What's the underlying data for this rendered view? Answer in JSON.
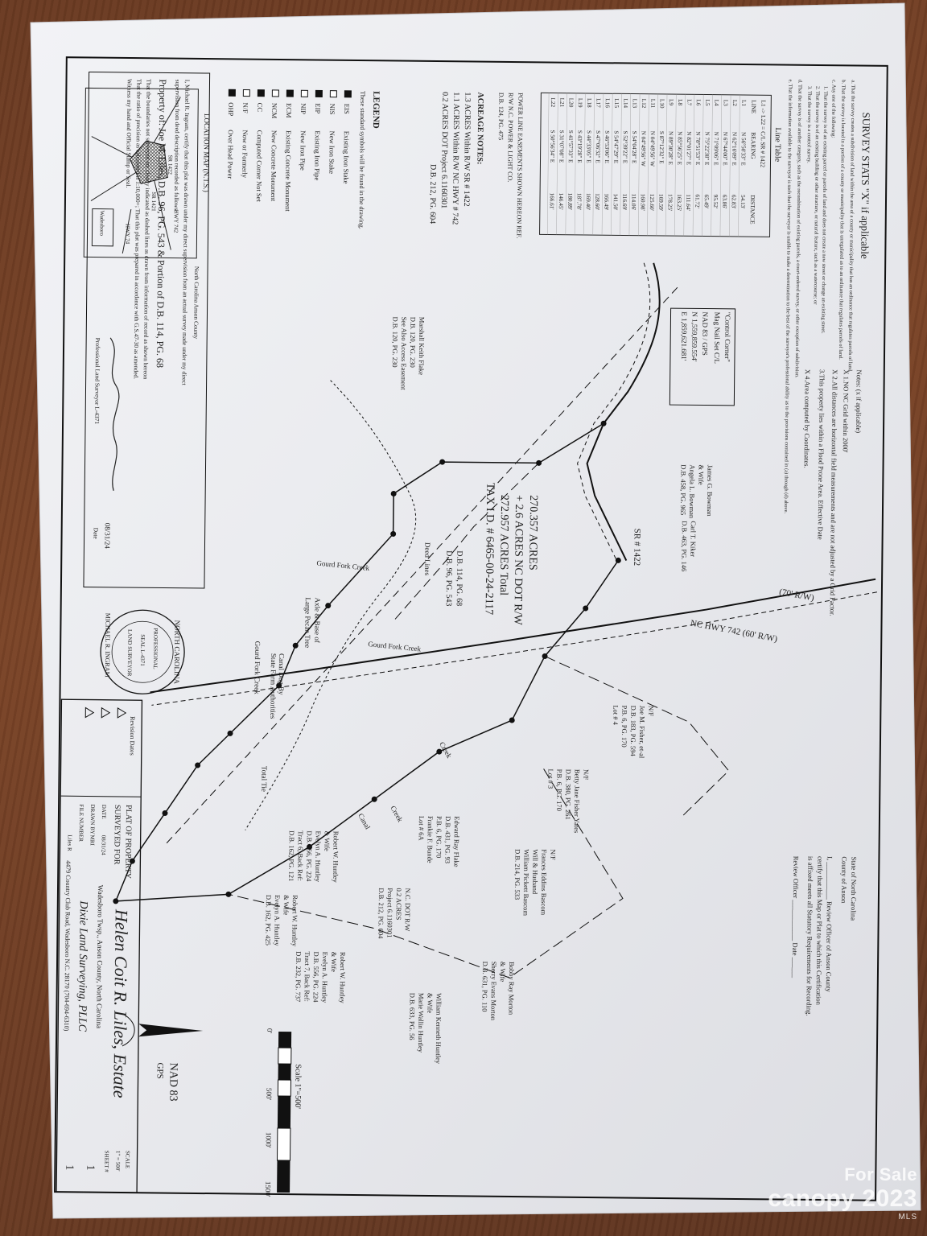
{
  "survey_stats": {
    "heading": "SURVEY STATS \"X\" if applicable",
    "items": [
      "a. That the survey creates a subdivision of land within the area of a county or municipality that has an ordinance that regulates parcels of land.",
      "b. That the survey is located in a portion of a county or municipality that is unregulated as to an ordinance that regulates parcels of land.",
      "c. Any one of the following:",
      "1. That the survey is of an existing parcel or parcels of land and does not create a new street or change an existing street.",
      "2. That the survey is of an existing building or other structure, or natural feature, such as a watercourse; or",
      "3. That the survey is a control survey.",
      "d. That the survey is of another category, such as the recombination of existing parcels, a court-ordered survey, or other exception of subdivision.",
      "e. That the information available to the surveyor is such that the surveyor is unable to make a determination to the best of the surveyor's professional ability as to the provisions contained in (a) through (d) above."
    ]
  },
  "notes": {
    "heading": "Notes: (x if applicable)",
    "items": [
      "X  1.NO NC Grid within 2000'",
      "X  2.All distances are horizontal field measurements and are not adjusted by a Grid Factor.",
      "3.This property lies within a Flood Prone Area. Effective Date",
      "X  4.Area computed by Coordinates."
    ]
  },
  "line_table": {
    "title": "Line Table",
    "header_note": "L1 -> L22 = C/L SR # 1422",
    "columns": [
      "LINE",
      "BEARING",
      "DISTANCE"
    ],
    "rows": [
      [
        "L1",
        "N 56°50'33\" E",
        "54.13'"
      ],
      [
        "L2",
        "N 62°16'09\" E",
        "62.83'"
      ],
      [
        "L3",
        "N 67°44'00\" E",
        "63.86'"
      ],
      [
        "L4",
        "N 71°09'06\" E",
        "95.52'"
      ],
      [
        "L5",
        "N 75°22'38\" E",
        "65.49'"
      ],
      [
        "L6",
        "N 78°51'53\" E",
        "61.72'"
      ],
      [
        "L7",
        "N 82°01'27\" E",
        "111.64'"
      ],
      [
        "L8",
        "N 85°56'25\" E",
        "163.25'"
      ],
      [
        "L9",
        "N 89°30'28\" E",
        "178.25'"
      ],
      [
        "L10",
        "S 87°12'32\" E",
        "169.59'"
      ],
      [
        "L11",
        "N 04°49'56\" W",
        "125.60'"
      ],
      [
        "L12",
        "N 04°49'56\" W",
        "160.98'"
      ],
      [
        "L13",
        "S 54°04'28\" E",
        "114.06'"
      ],
      [
        "L14",
        "S 52°39'22\" E",
        "116.69'"
      ],
      [
        "L15",
        "S 54°47'29\" E",
        "141.50'"
      ],
      [
        "L16",
        "S 46°53'06\" E",
        "166.49'"
      ],
      [
        "L17",
        "S 47°06'32\" E",
        "128.60'"
      ],
      [
        "L18",
        "S 44°33'05\" E",
        "169.40'"
      ],
      [
        "L19",
        "S 43°19'28\" E",
        "187.78'"
      ],
      [
        "L20",
        "S 41°57'33\" E",
        "180.89'"
      ],
      [
        "L21",
        "S 31°07'08\" E",
        "146.45'"
      ],
      [
        "L22",
        "S 50°56'34\" E",
        "166.61'"
      ]
    ]
  },
  "easement_note": [
    "POWER LINE EASEMENTS SHOWN HEREON REF.",
    "R/W N.C. POWER & LIGHT CO.",
    "D.B. 124, PG. 475"
  ],
  "acreage_notes": {
    "heading": "ACREAGE NOTES:",
    "items": [
      "1.3 ACRES Within R/W SR # 1422",
      "1.1 ACRES Within R/W NC HWY # 742",
      "0.2 ACRES DOT Project 6.1160301",
      "D.B. 212, PG. 604"
    ]
  },
  "legend": {
    "heading": "LEGEND",
    "intro": "These standard symbols will be found in the drawing.",
    "items": [
      {
        "code": "EIS",
        "label": "Existing Iron Stake"
      },
      {
        "code": "NIS",
        "label": "New Iron Stake"
      },
      {
        "code": "EIP",
        "label": "Existing Iron Pipe"
      },
      {
        "code": "NIP",
        "label": "New Iron Pipe"
      },
      {
        "code": "ECM",
        "label": "Existing Concrete Monument"
      },
      {
        "code": "NCM",
        "label": "New Concrete Monument"
      },
      {
        "code": "CC",
        "label": "Computed Corner Not Set"
      },
      {
        "code": "N/F",
        "label": "Now or Formerly"
      },
      {
        "code": "OHP",
        "label": "Over Head Power"
      }
    ]
  },
  "location_map": {
    "title": "LOCATION MAP (N.T.S.)",
    "labels": [
      "SR 1422",
      "HWY 742",
      "SR 1421",
      "HWY 74",
      "Wadesboro"
    ]
  },
  "map_labels": {
    "highway": "NC HWY 742 (60' R/W)",
    "highway_stamp": "(70' R/W)",
    "sr_label": "SR # 1422",
    "total_acreage": [
      "270.357 ACRES",
      "+ 2.6 ACRES NC DOT R/W",
      "272.957 ACRES Total",
      "TAX I.D. # 6465-00-24-2117"
    ],
    "deed_ref": "D.B. 114, PG. 68",
    "deed_ref2": "D.B. 96, PG. 543",
    "control_corner": [
      "\"Control Corner\"",
      "Mag Nail Set C/L",
      "NAD 83 / GPS",
      "N 1,559,859.554'",
      "E 1,859,621.681'"
    ],
    "gouges": [
      "Gourd Fork Creek",
      "Gourd Fork Creek",
      "Creek",
      "Creek",
      "Canal"
    ],
    "owners": [
      [
        "N/F",
        "Joe M. Fisher, et-al",
        "D.B. 183, PG. 594",
        "P.B. 6, PG. 170",
        "Lot # 4"
      ],
      [
        "N/F",
        "Betty Jane Fisher Yates",
        "D.B. 380, PG. 261",
        "P.B. 6, PG. 170",
        "Lot # 3"
      ],
      [
        "Carl T. Kiker",
        "D.B. 463, PG. 146"
      ],
      [
        "James G. Bowman",
        "& Wife",
        "Angela L. Bowman",
        "D.B. 458, PG. 965"
      ],
      [
        "Marshall Keith Flake",
        "D.B. 120, PG. 230",
        "See Also Access Easement",
        "D.B. 120, PG. 230"
      ],
      [
        "N/F",
        "Frances Eddins Bascom",
        "Will & Husband",
        "William Pickett Bascom",
        "D.B. 214, PG. 533"
      ],
      [
        "Edward Ray Flake",
        "D.B. 431, PG. 93",
        "P.B. 6, PG. 170",
        "Frankie F. Bunde",
        "Lot # 6A"
      ],
      [
        "Bobby Ray Morton",
        "& Wife",
        "Sherry Evans Morton",
        "D.B. 631, PG. 110"
      ],
      [
        "William Kenneth Huntley",
        "& Wife",
        "Marie Wallin Huntley",
        "D.B. 633, PG. 56"
      ],
      [
        "Robert W. Huntley",
        "& Wife",
        "Evelyn A. Huntley",
        "D.B. 556, PG. 224",
        "Tract 6, Back Ref:",
        "D.B. 162, PG. 121"
      ],
      [
        "Robert W. Huntley",
        "& Wife",
        "Evelyn A. Huntley",
        "D.B. 162, PG. 425"
      ],
      [
        "Robert W. Huntley",
        "& Wife",
        "Evelyn A. Huntley",
        "D.B. 556, PG. 224",
        "Tract 7, Back Ref:",
        "D.B. 232, PG. 737"
      ],
      [
        "N.C. DOT R/W",
        "0.2 ACRES",
        "Project 6.1160301",
        "D.B. 212, PG. 604"
      ]
    ],
    "misc": [
      "State Farm Authorities",
      "Canal Dug By",
      "Gourd Fork Creek",
      "Large Pecan Tree",
      "Axle & Base of",
      "Total Tie",
      "Deed Lines"
    ]
  },
  "review_officer": {
    "lines": [
      "State of North Carolina",
      "County of Anson",
      "I, ___________ Review Officer of Anson County",
      "certify that this Map or Plat to which this Certification",
      "is affixed meets all Statutory Requirements for Recording.",
      "Review Officer ____________    Date ______"
    ]
  },
  "north_arrow": {
    "label": "NAD 83",
    "sublabel": "GPS"
  },
  "scale": {
    "label": "Scale 1\"=500'",
    "ticks": [
      "0'",
      "500'",
      "1000'",
      "1500'"
    ]
  },
  "certification": {
    "lines": [
      "North Carolina  Anson County",
      "I, Michael R. Ingram, certify that this plat was drawn under my direct supervision from an actual survey made under my direct",
      "supervision from deed description recorded as follows:",
      "Property of:  Joe M. Liles, D.B. 96, PG. 543 & Portion of D.B. 114, PG. 68",
      "That the boundaries not surveyed are clearly indicated as dashed lines as drawn from information of record as shown hereon",
      "That the ratio of precision as calculated is 1:10,000+; That this plat was prepared in accordance with G.S.47-30 as amended.",
      "Witness my hand and Official Stamp or Seal.",
      "Professional Land Surveyor L-4371"
    ],
    "date": "08/31/24",
    "date_label": "Date"
  },
  "seal": {
    "outer": "NORTH CAROLINA",
    "middle": "PROFESSIONAL",
    "inner": "SEAL L-4371",
    "bottom": "LAND SURVEYOR",
    "name": "MICHAEL R. INGRAM"
  },
  "title_block": {
    "revisions_label": "Revision Dates",
    "title": "Helen Coit R. Liles, Estate",
    "plat_of": "PLAT OF PROPERTY",
    "surveyed_for": "SURVEYED FOR",
    "township": "Wadesboro Twsp., Anson County, North Carolina",
    "company": "Dixie Land Surveying, PLLC",
    "address": "4479 Country Club Road, Wadesboro N.C. 28170 (704-694-6310)",
    "date_label": "DATE",
    "date_value": "08/31/24",
    "drawn_label": "DRAWN BY",
    "drawn_value": "MRI",
    "file_label": "FILE NUMBER",
    "file_value": "Liles R",
    "scale_label": "SCALE",
    "scale_value": "1\" = 500'",
    "sheet_label": "SHEET #",
    "sheet_value": "1",
    "of_value": "1"
  },
  "watermark": {
    "line1": "For Sale",
    "brand": "canopy 2023",
    "mls": "MLS"
  }
}
